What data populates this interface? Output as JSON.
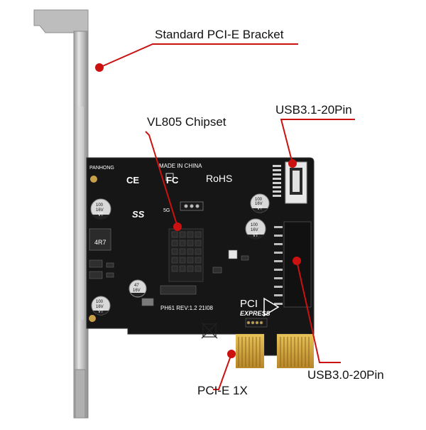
{
  "callouts": {
    "bracket": "Standard PCI-E Bracket",
    "chipset": "VL805 Chipset",
    "usb31": "USB3.1-20Pin",
    "usb30": "USB3.0-20Pin",
    "pcie": "PCI-E 1X"
  },
  "board_markings": {
    "brand": "PANHONG",
    "made_in": "MADE IN CHINA",
    "ce": "CE",
    "fc": "FC",
    "rohs": "RoHS",
    "ss_logo": "SS",
    "ss_speed": "5G",
    "pci_line1": "PCI",
    "pci_line2": "EXPRESS",
    "revision": "PH61  REV:1.2  21I08",
    "inductor": "4R7",
    "cap_value_top": "100",
    "cap_value_mid": "16V",
    "cap_value_bottom": "VT",
    "cap_small_top": "47",
    "cap_small_mid": "16V"
  },
  "colors": {
    "pointer": "#cc1111",
    "pcb": "#161616",
    "bracket": "#c9c9c9",
    "gold_contacts": "#d4a52a"
  }
}
